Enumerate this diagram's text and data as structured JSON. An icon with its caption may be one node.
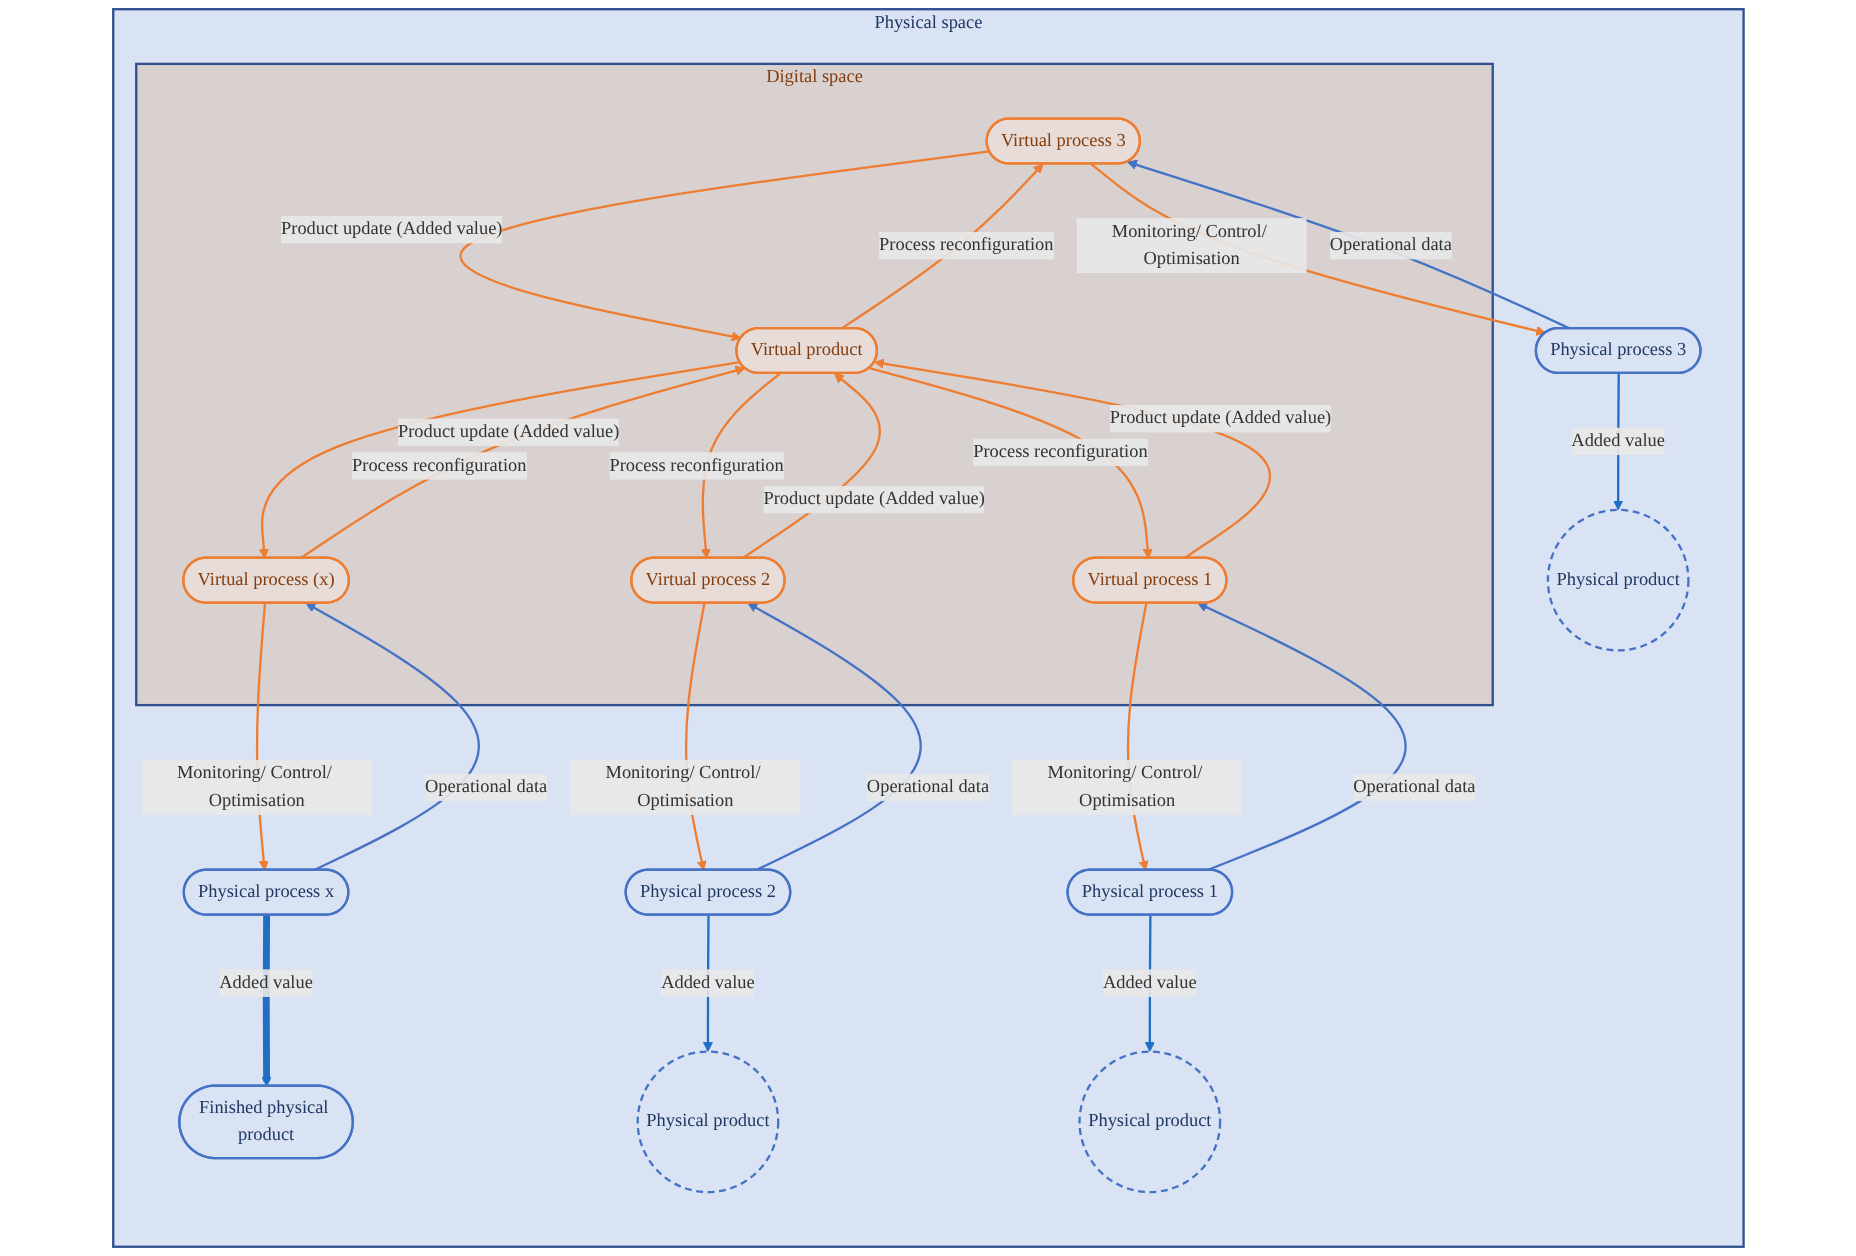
{
  "diagram": {
    "nodes": [
      {
        "text": [
          "Physical space"
        ]
      },
      {
        "text": [
          "Digital space"
        ],
        "in": 0
      },
      {
        "text": [
          "Physical process 3"
        ],
        "in": 0
      },
      {
        "text": [
          "Physical product"
        ],
        "in": 0
      },
      {
        "text": [
          "Physical process x"
        ],
        "in": 0
      },
      {
        "text": [
          "Virtual process 3"
        ],
        "in": 1
      },
      {
        "text": [
          "Virtual process (x)"
        ],
        "in": 1
      },
      {
        "text": [
          "Finished physical product"
        ],
        "in": 0
      },
      {
        "text": [
          "Virtual product"
        ],
        "in": 1
      },
      {
        "text": [
          "Virtual process 2"
        ],
        "in": 1
      },
      {
        "text": [
          "Virtual process 1"
        ],
        "in": 1
      },
      {
        "text": [
          "Physical product"
        ],
        "in": 0
      },
      {
        "text": [
          "Physical process 2"
        ],
        "in": 0
      },
      {
        "text": [
          "Physical process 1"
        ],
        "in": 0
      },
      {
        "text": [
          "Physical product"
        ],
        "in": 0
      }
    ],
    "edges": [
      {
        "from": 2,
        "to": 3,
        "arrow": "to",
        "label": "Added value",
        "color": "#1f6fc5"
      },
      {
        "from": 2,
        "to": 5,
        "arrow": "to",
        "label": "Operational data",
        "color": "#4472c4"
      },
      {
        "from": 5,
        "to": 2,
        "arrow": "to",
        "label": "Monitoring/ Control/ Optimisation"
      },
      {
        "from": 4,
        "to": 6,
        "arrow": "to",
        "label": "Operational data",
        "color": "#4472c4"
      },
      {
        "from": 6,
        "to": 4,
        "arrow": "to",
        "label": "Monitoring/ Control/ Optimisation"
      },
      {
        "from": 4,
        "to": 7,
        "arrow": "to",
        "label": "Added value",
        "style": "thick",
        "color": "#1f6fc5"
      },
      {
        "from": 8,
        "to": 5,
        "arrow": "to",
        "label": "Process reconfiguration"
      },
      {
        "from": 5,
        "to": 8,
        "arrow": "to",
        "label": "Product update (Added value)"
      },
      {
        "from": 6,
        "to": 8,
        "arrow": "to",
        "label": "Product update (Added value)"
      },
      {
        "from": 8,
        "to": 6,
        "arrow": "to",
        "label": "Process reconfiguration"
      },
      {
        "from": 8,
        "to": 9,
        "arrow": "to",
        "label": "Process reconfiguration"
      },
      {
        "from": 9,
        "to": 8,
        "arrow": "to",
        "label": "Product update (Added value)"
      },
      {
        "from": 10,
        "to": 8,
        "arrow": "to",
        "label": "Product update (Added value)"
      },
      {
        "from": 8,
        "to": 10,
        "arrow": "to",
        "label": "Process reconfiguration"
      },
      {
        "from": 9,
        "to": 12,
        "arrow": "to",
        "label": "Monitoring/ Control/ Optimisation"
      },
      {
        "from": 12,
        "to": 9,
        "arrow": "to",
        "label": "Operational data",
        "color": "#4472c4"
      },
      {
        "from": 10,
        "to": 13,
        "arrow": "to",
        "label": "Monitoring/ Control/ Optimisation"
      },
      {
        "from": 13,
        "to": 10,
        "arrow": "to",
        "label": "Operational data",
        "color": "#4472c4"
      },
      {
        "from": 12,
        "to": 11,
        "arrow": "to",
        "label": "Added value",
        "color": "#1f6fc5"
      },
      {
        "from": 13,
        "to": 14,
        "arrow": "to",
        "label": "Added value",
        "color": "#1f6fc5"
      }
    ]
  }
}
